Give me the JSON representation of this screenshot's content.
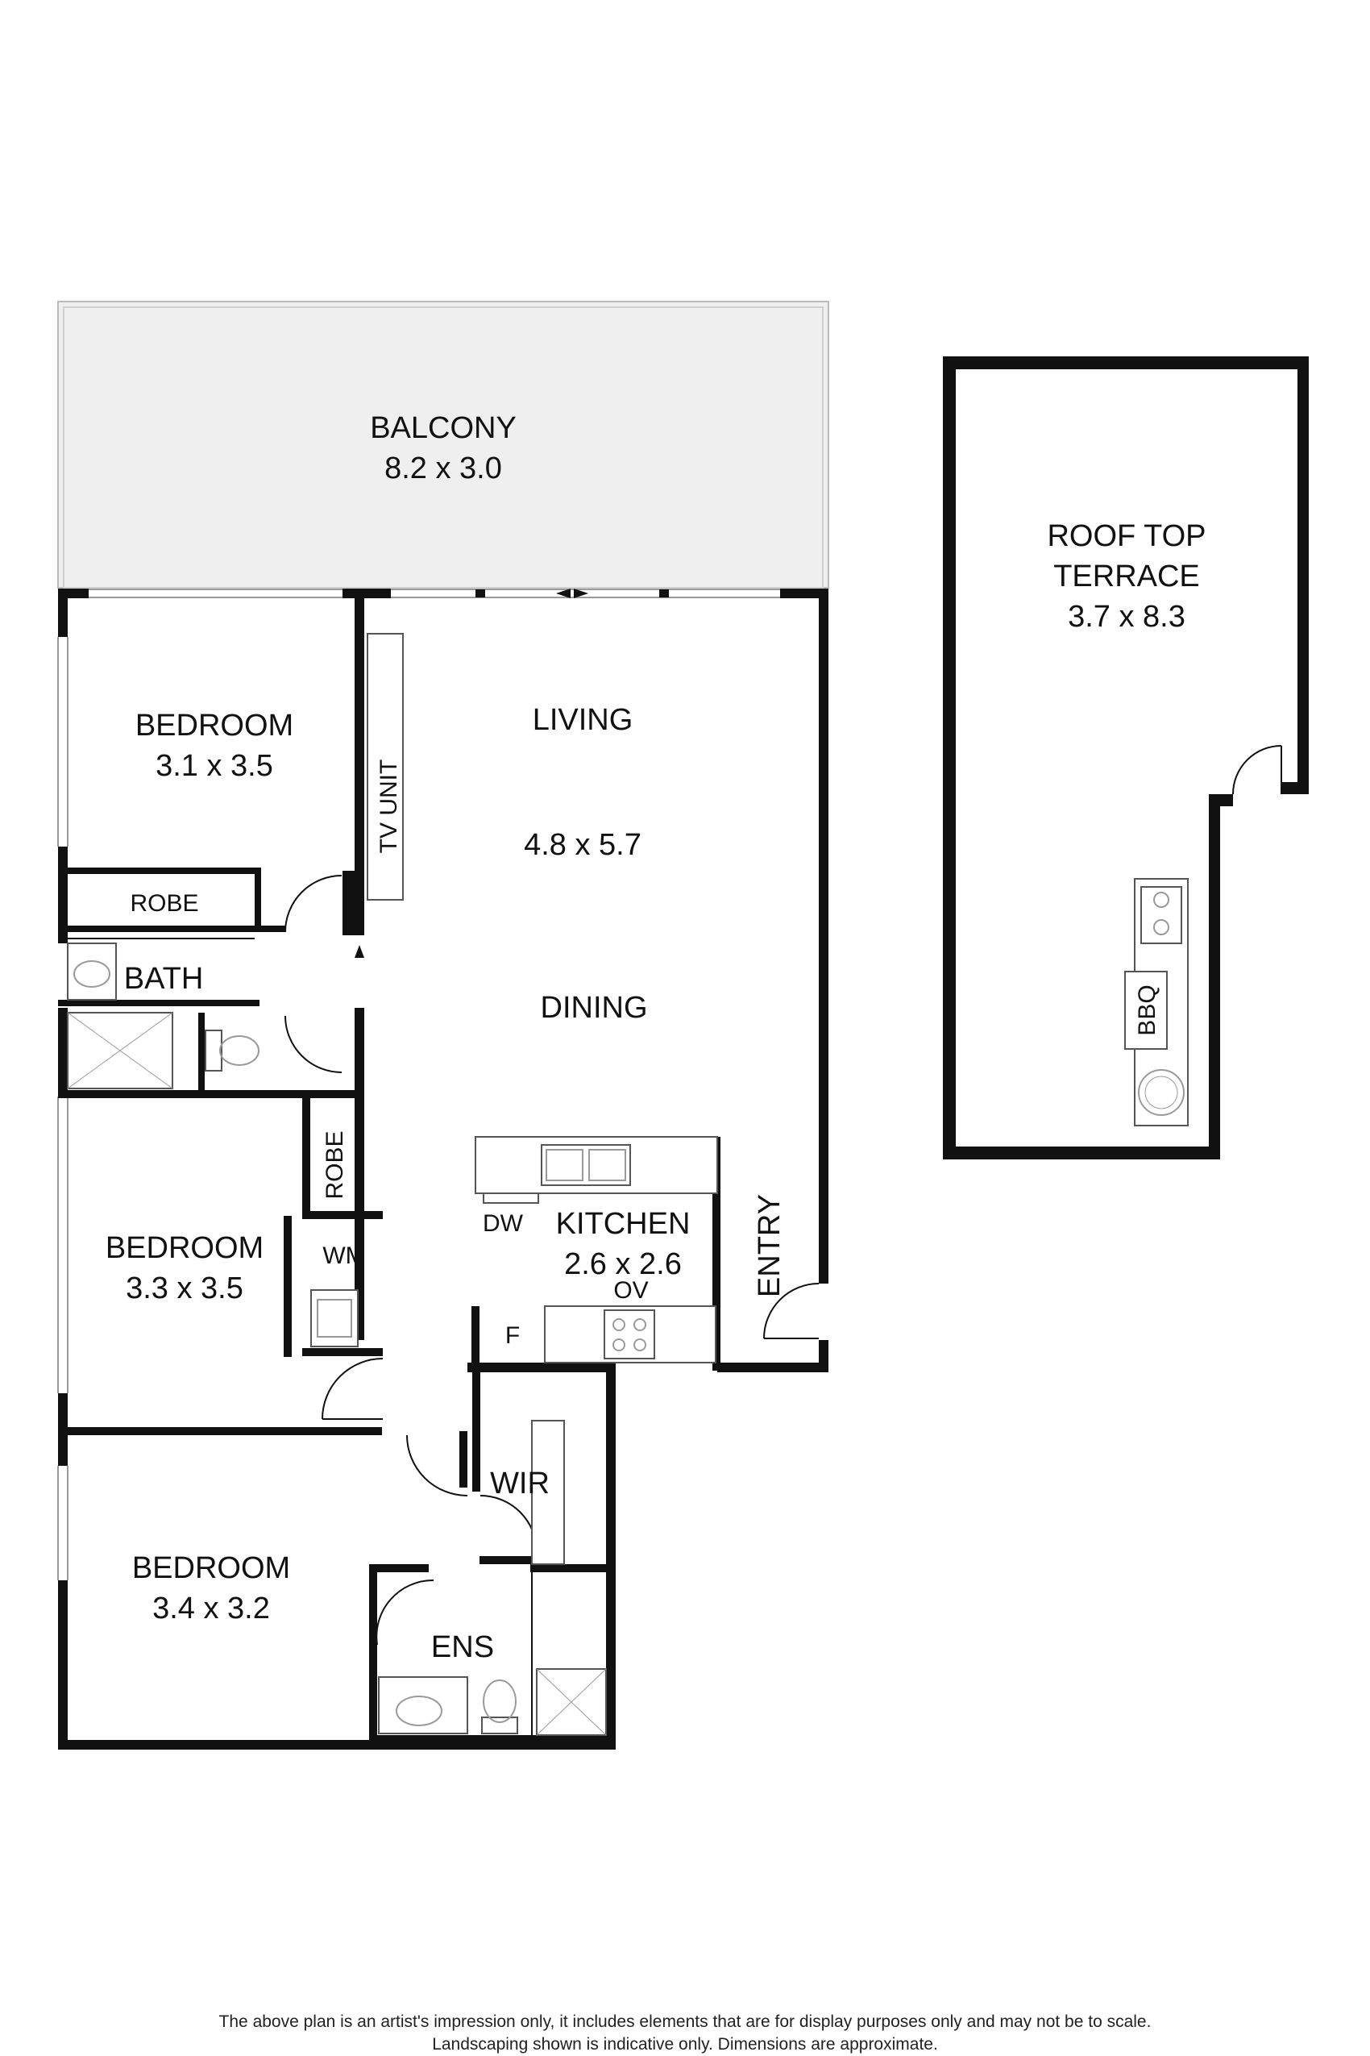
{
  "rooms": {
    "balcony": {
      "name": "BALCONY",
      "size": "8.2 x 3.0"
    },
    "roof_terrace": {
      "name_line1": "ROOF TOP",
      "name_line2": "TERRACE",
      "size": "3.7 x 8.3"
    },
    "bedroom1": {
      "name": "BEDROOM",
      "size": "3.1 x 3.5"
    },
    "living": {
      "name": "LIVING",
      "size": "4.8 x 5.7"
    },
    "dining": {
      "name": "DINING"
    },
    "bedroom2": {
      "name": "BEDROOM",
      "size": "3.3 x 3.5"
    },
    "kitchen": {
      "name": "KITCHEN",
      "size": "2.6 x 2.6"
    },
    "bedroom3": {
      "name": "BEDROOM",
      "size": "3.4 x 3.2"
    }
  },
  "labels": {
    "tv_unit": "TV UNIT",
    "robe_top": "ROBE",
    "bath": "BATH",
    "robe_side": "ROBE",
    "wm": "WM",
    "dw": "DW",
    "ov": "OV",
    "f": "F",
    "entry": "ENTRY",
    "wir": "WIR",
    "ens": "ENS",
    "bbq": "BBQ"
  },
  "disclaimer": {
    "line1": "The above plan is an artist's impression only, it includes elements that are for display purposes only and may not be to scale.",
    "line2": "Landscaping shown is indicative only. Dimensions are approximate."
  }
}
